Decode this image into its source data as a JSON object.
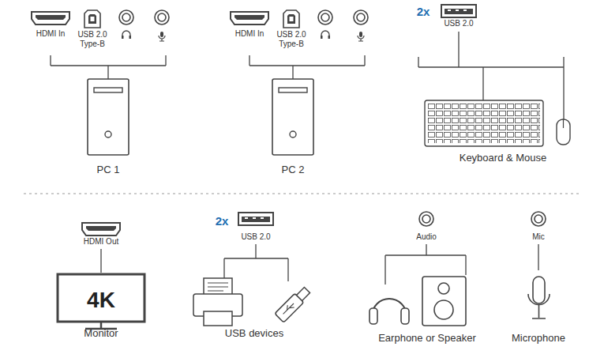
{
  "diagram": {
    "nodes": [
      {
        "text": [
          "PC 1"
        ]
      },
      {
        "text": [
          "PC 2"
        ]
      },
      {
        "text": [
          "Keyboard & Mouse"
        ]
      },
      {
        "text": [
          "4K",
          "Monitor"
        ]
      },
      {
        "text": [
          "USB devices"
        ]
      },
      {
        "text": [
          "Earphone or Speaker"
        ]
      },
      {
        "text": [
          "Microphone"
        ]
      }
    ],
    "labels": [
      "HDMI In",
      "USB 2.0 Type-B",
      "HDMI In",
      "USB 2.0 Type-B",
      "2x",
      "USB 2.0",
      "HDMI Out",
      "2x",
      "USB 2.0",
      "Audio",
      "Mic"
    ]
  }
}
